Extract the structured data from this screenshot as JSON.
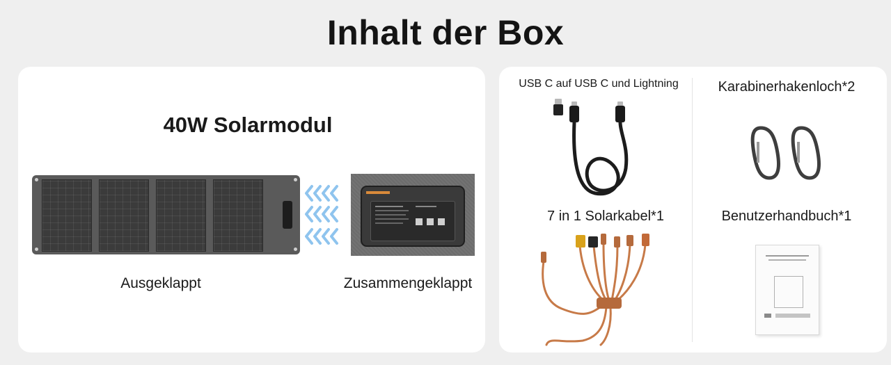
{
  "page": {
    "title": "Inhalt der Box"
  },
  "left": {
    "heading": "40W Solarmodul",
    "unfolded_label": "Ausgeklappt",
    "folded_label": "Zusammengeklappt"
  },
  "right": {
    "items": [
      {
        "label": "USB C auf USB C und Lightning"
      },
      {
        "label": "Karabinerhakenloch*2"
      },
      {
        "label": "7 in 1 Solarkabel*1"
      },
      {
        "label": "Benutzerhandbuch*1"
      }
    ]
  },
  "colors": {
    "background": "#efefef",
    "card": "#ffffff",
    "arrow": "#8fc4ee",
    "cable_orange": "#c77a48"
  }
}
